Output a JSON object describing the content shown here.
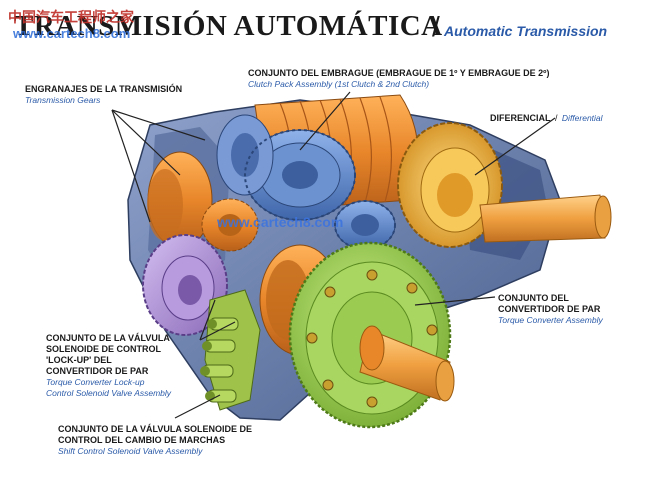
{
  "title": {
    "main": "TRANSMISIÓN AUTOMÁTICA",
    "separator": "/",
    "english": "Automatic Transmission"
  },
  "watermark": {
    "cn": "中国汽车工程师之家",
    "url_top": "www.cartech8.com",
    "url_mid": "www.cartech8.com"
  },
  "labels": {
    "gears": {
      "es": "ENGRANAJES DE LA TRANSMISIÓN",
      "en": "Transmission Gears"
    },
    "clutch": {
      "es": "CONJUNTO DEL EMBRAGUE (EMBRAGUE DE 1º Y EMBRAGUE DE 2º)",
      "en": "Clutch Pack Assembly (1st Clutch & 2nd Clutch)"
    },
    "differential": {
      "es": "DIFERENCIAL",
      "sep": "/",
      "en": "Differential"
    },
    "converter": {
      "es_lines": [
        "CONJUNTO DEL",
        "CONVERTIDOR DE PAR"
      ],
      "en": "Torque Converter Assembly"
    },
    "lockup": {
      "es_lines": [
        "CONJUNTO DE LA VÁLVULA",
        "SOLENOIDE DE CONTROL",
        "'LOCK-UP' DEL",
        "CONVERTIDOR DE PAR"
      ],
      "en_lines": [
        "Torque Converter Lock-up",
        "Control Solenoid Valve Assembly"
      ]
    },
    "shift": {
      "es_lines": [
        "CONJUNTO DE LA VÁLVULA SOLENOIDE DE",
        "CONTROL DEL CAMBIO DE MARCHAS"
      ],
      "en": "Shift Control Solenoid Valve Assembly"
    }
  },
  "colors": {
    "case": "#6f86b4",
    "case_dark": "#4a5f8c",
    "orange": "#e8862a",
    "gear_blue": "#5b82c4",
    "purple": "#a88ad0",
    "green": "#9fcf52",
    "gold": "#f2b440",
    "pointer": "#222222"
  }
}
